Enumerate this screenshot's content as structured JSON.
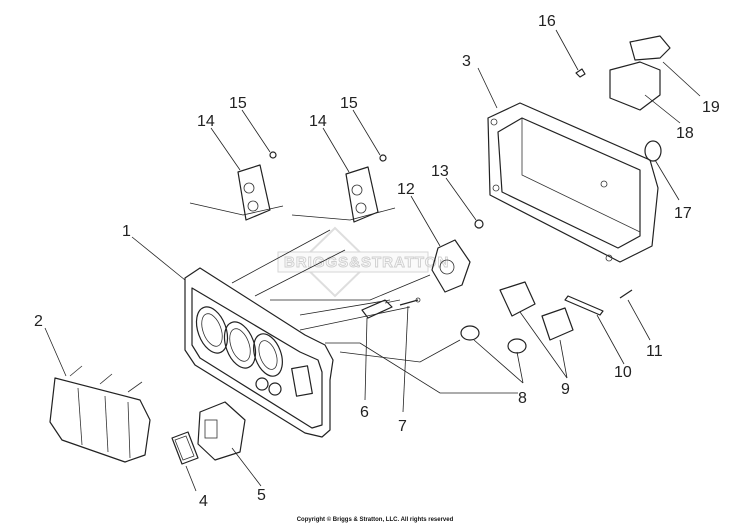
{
  "watermark": {
    "text": "BRIGGS&STRATTON"
  },
  "labels": {
    "p1": "1",
    "p2": "2",
    "p3": "3",
    "p4": "4",
    "p5": "5",
    "p6": "6",
    "p7": "7",
    "p8": "8",
    "p9": "9",
    "p10": "10",
    "p11": "11",
    "p12": "12",
    "p13": "13",
    "p14a": "14",
    "p14b": "14",
    "p15a": "15",
    "p15b": "15",
    "p16": "16",
    "p17": "17",
    "p18": "18",
    "p19": "19"
  },
  "footer": {
    "copyright": "Copyright © Briggs & Stratton, LLC. All rights reserved"
  }
}
